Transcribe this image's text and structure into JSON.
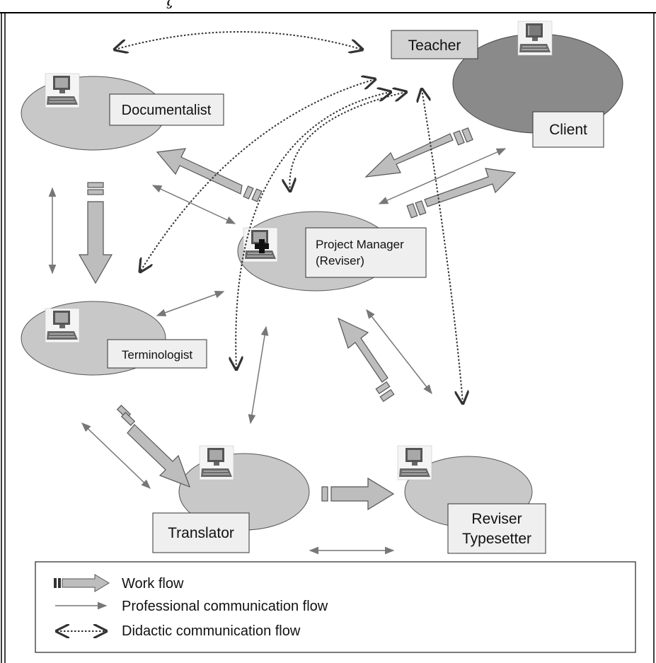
{
  "header": {
    "title_fragment": "g"
  },
  "nodes": {
    "teacher": "Teacher",
    "client": "Client",
    "documentalist": "Documentalist",
    "project_manager_line1": "Project Manager",
    "project_manager_line2": "(Reviser)",
    "terminologist": "Terminologist",
    "translator": "Translator",
    "reviser_line1": "Reviser",
    "reviser_line2": "Typesetter"
  },
  "legend": {
    "work_flow": "Work flow",
    "professional": "Professional communication flow",
    "didactic": "Didactic communication flow"
  },
  "colors": {
    "ellipse_light": "#c8c8c8",
    "ellipse_dark": "#8a8a8a",
    "label_box": "#efefef",
    "arrow_fill": "#bdbdbd",
    "line": "#777777"
  }
}
